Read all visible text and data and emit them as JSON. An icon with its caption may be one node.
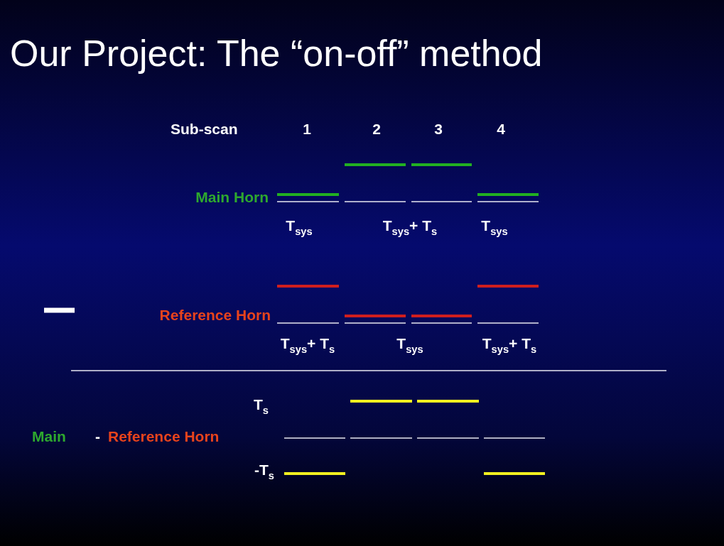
{
  "diagram": {
    "title": "Our Project: The “on-off” method",
    "labels": [
      "Sub-scan",
      "1",
      "2",
      "3",
      "4",
      "Main Horn",
      "T$_{sys}$",
      "T$_{sys}$+ T$_{s}$",
      "T$_{sys}$",
      "Reference Horn",
      "T$_{sys}$+ T$_{s}$",
      "T$_{sys}$",
      "T$_{sys}$+ T$_{s}$",
      "T$_{s}$",
      "Main",
      "-",
      "Reference Horn",
      "-T$_{s}$"
    ]
  }
}
